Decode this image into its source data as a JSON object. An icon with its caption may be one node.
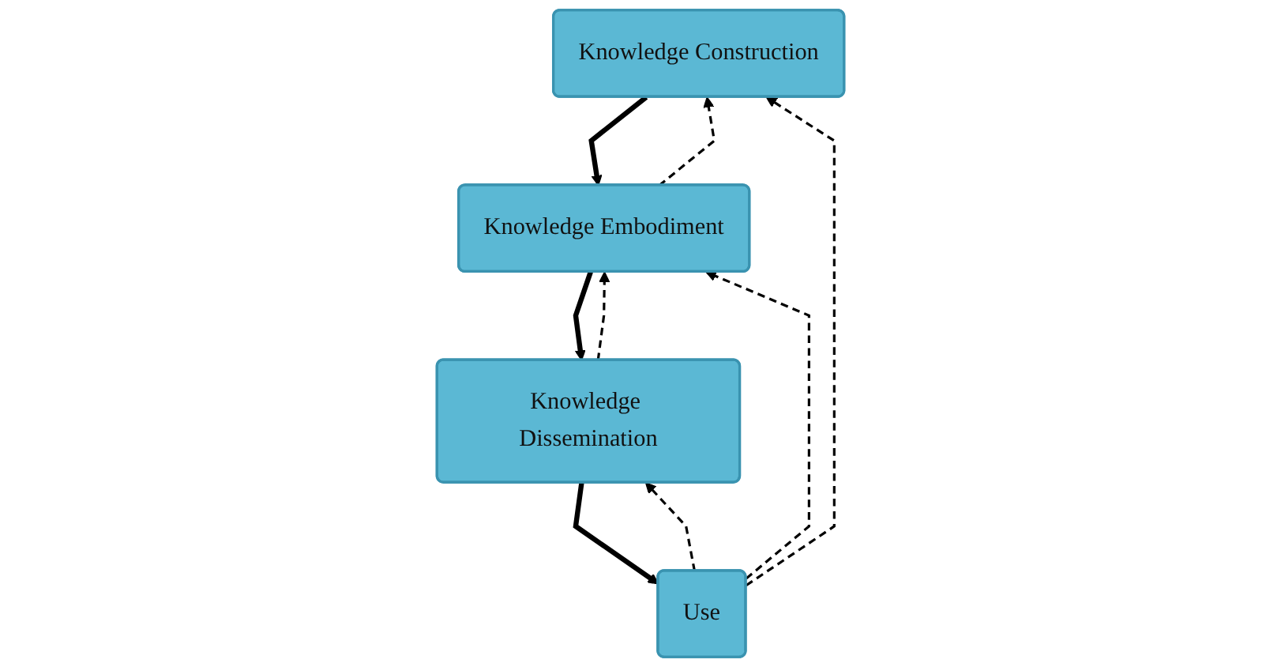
{
  "diagram": {
    "nodes": [
      {
        "text": [
          "Knowledge Construction"
        ]
      },
      {
        "text": [
          "Knowledge Embodiment"
        ]
      },
      {
        "text": [
          "Knowledge Dissemination"
        ]
      },
      {
        "text": [
          "Use"
        ]
      }
    ],
    "edges": [
      {
        "from": 0,
        "to": 1,
        "arrow": "to",
        "style": "thick"
      },
      {
        "from": 1,
        "to": 0,
        "arrow": "to",
        "style": "dashed"
      },
      {
        "from": 1,
        "to": 2,
        "arrow": "to",
        "style": "thick"
      },
      {
        "from": 2,
        "to": 1,
        "arrow": "to",
        "style": "dashed"
      },
      {
        "from": 3,
        "to": 0,
        "arrow": "to",
        "style": "dashed"
      },
      {
        "from": 3,
        "to": 1,
        "arrow": "to",
        "style": "dashed"
      },
      {
        "from": 2,
        "to": 3,
        "arrow": "to",
        "style": "thick"
      },
      {
        "from": 3,
        "to": 2,
        "arrow": "to",
        "style": "dashed"
      }
    ]
  }
}
